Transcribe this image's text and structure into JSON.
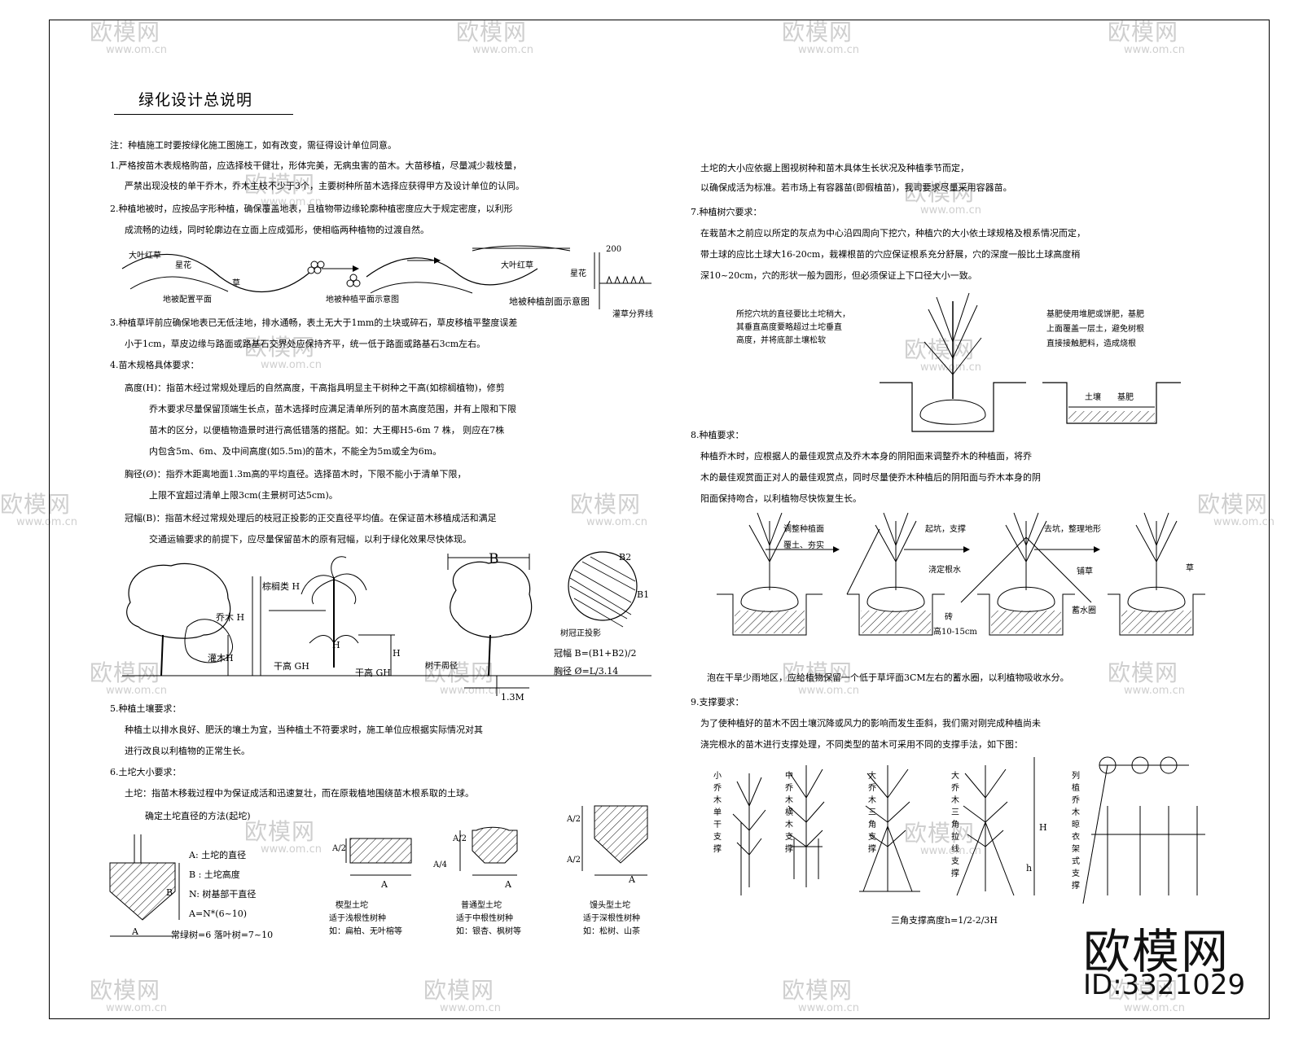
{
  "title": "绿化设计总说明",
  "watermark": {
    "name": "欧模网",
    "url": "www.om.cn"
  },
  "brand": {
    "name": "欧模网",
    "id": "ID:3321029"
  },
  "left_text": [
    "注：种植施工时要按绿化施工图施工，如有改变，需征得设计单位同意。",
    "1.严格按苗木表规格购苗，应选择枝干健壮，形体完美，无病虫害的苗木。大苗移植，尽量减少裁枝量，",
    "严禁出现没枝的单干乔木，乔木主枝不少于3个，主要树种所苗木选择应获得甲方及设计单位的认同。",
    "2.种植地被时，应按品字形种植，确保覆盖地表，且植物带边缘轮廓种植密度应大于规定密度，以利形",
    "成流畅的边线，同时轮廓边在立面上应成弧形，使相临两种植物的过渡自然。",
    "3.种植草坪前应确保地表已无低洼地，排水通畅，表土无大于1mm的土块或碎石，草皮移植平整度误差",
    "小于1cm，草皮边缘与路面或路基石交界处应保持齐平，统一低于路面或路基石3cm左右。",
    "4.苗木规格具体要求：",
    "高度(H)：指苗木经过常规处理后的自然高度，干高指具明显主干树种之干高(如棕榈植物)，修剪",
    "乔木要求尽量保留顶端生长点，苗木选择时应满足清单所列的苗木高度范围，并有上限和下限",
    "苗木的区分，以便植物造景时进行高低错落的搭配。如：大王椰H5-6m 7 株，  则应在7株",
    "内包含5m、6m、及中间高度(如5.5m)的苗木，不能全为5m或全为6m。",
    "胸径(Ø)：指乔木距离地面1.3m高的平均直径。选择苗木时，下限不能小于清单下限，",
    "上限不宜超过清单上限3cm(主景树可达5cm)。",
    "冠幅(B)：指苗木经过常规处理后的枝冠正投影的正交直径平均值。在保证苗木移植成活和满足",
    "交通运输要求的前提下，应尽量保留苗木的原有冠幅，以利于绿化效果尽快体现。",
    "5.种植土壤要求：",
    "种植土以排水良好、肥沃的壤土为宜，当种植土不符要求时，施工单位应根据实际情况对其",
    "进行改良以利植物的正常生长。",
    "6.土坨大小要求：",
    "土坨：指苗木移栽过程中为保证成活和迅速复壮，而在原栽植地围绕苗木根系取的土球。",
    "确定土坨直径的方法(起坨)"
  ],
  "right_text": [
    "土坨的大小应依据上图视树种和苗木具体生长状况及种植季节而定，",
    "以确保成活为标准。若市场上有容器苗(即假植苗)，我司要求尽量采用容器苗。",
    "7.种植树穴要求：",
    "在栽苗木之前应以所定的灰点为中心沿四周向下挖穴，种植穴的大小依土球规格及根系情况而定，",
    "带土球的应比土球大16-20cm，栽裸根苗的穴应保证根系充分舒展，穴的深度一般比土球高度稍",
    "深10~20cm，穴的形状一般为圆形，但必须保证上下口径大小一致。",
    "8.种植要求：",
    "种植乔木时，应根据人的最佳观赏点及乔木本身的阴阳面来调整乔木的种植面，将乔",
    "木的最佳观赏面正对人的最佳观赏点，同时尽量使乔木种植后的阴阳面与乔木本身的阴",
    "阳面保持吻合，以利植物尽快恢复生长。",
    "泡在干旱少雨地区，应给植物保留一个低于草坪面3CM左右的蓄水圈，以利植物吸收水分。",
    "9.支撑要求：",
    "为了使种植好的苗木不因土壤沉降或风力的影响而发生歪斜，我们需对刚完成种植尚未",
    "浇完根水的苗木进行支撑处理，不同类型的苗木可采用不同的支撑手法，如下图："
  ],
  "labels": {
    "ground_plan": [
      "大叶红草",
      "星花",
      "草",
      "地被配置平面",
      "地被种植平面示意图",
      "大叶红草",
      "星花",
      "200",
      "地被种植剖面示意图",
      "灌草分界线"
    ],
    "tree_specs": [
      "乔木 H",
      "灌木H",
      "棕榈类 H",
      "H",
      "干高 GH",
      "干高 GH",
      "H",
      "树干周径",
      "B",
      "B2",
      "B1",
      "树冠正投影",
      "冠幅 B=(B1+B2)/2",
      "胸径 Ø=L/3.14",
      "1.3M"
    ],
    "soil_ball": [
      "A: 土坨的直径",
      "B : 土坨高度",
      "N: 树基部干直径",
      "A=N*(6~10)",
      "常绿树=6 落叶树=7~10",
      "B",
      "A",
      "A/2",
      "A",
      "楔型土坨",
      "适于浅根性树种",
      "如：扁柏、无叶榕等",
      "A/4",
      "A/2",
      "A",
      "普通型土坨",
      "适于中根性树种",
      "如：银杏、枫树等",
      "A/2",
      "A/2",
      "A",
      "馒头型土坨",
      "适于深根性树种",
      "如：松树、山茶"
    ],
    "pit": [
      "所挖穴坑的直径要比土坨稍大，",
      "其垂直高度要略超过土坨垂直",
      "高度，并将底部土壤松软",
      "基肥使用堆肥或饼肥，基肥",
      "上面覆盖一层土，避免树根",
      "直接接触肥料，造成烧根",
      "土壤",
      "基肥"
    ],
    "planting": [
      "调整种植面",
      "覆土、夯实",
      "起坑，支撑",
      "浇定根水",
      "去坑，整理地形",
      "铺草",
      "草",
      "砖",
      "高10-15cm",
      "蓄水圈"
    ],
    "support": [
      "小乔木单干支撑",
      "中乔木横木支撑",
      "大乔木三角支撑",
      "大乔木三角拉线支撑",
      "列植乔木晾衣架式支撑",
      "H",
      "h",
      "三角支撑高度h=1/2-2/3H"
    ]
  }
}
